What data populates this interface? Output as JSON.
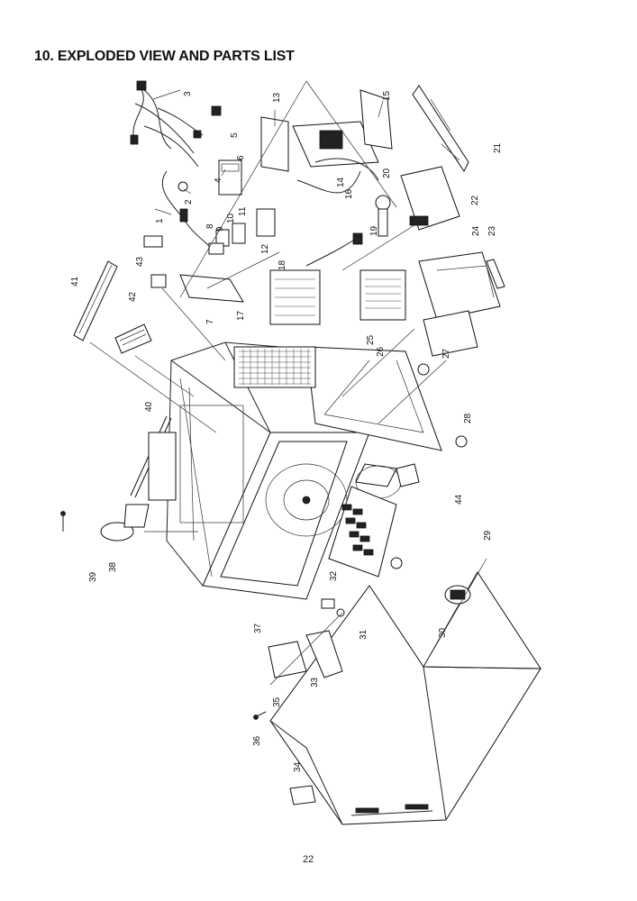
{
  "page": {
    "title": "10.  EXPLODED VIEW AND PARTS LIST",
    "page_number": "22"
  },
  "parts": [
    {
      "label": "1"
    },
    {
      "label": "2"
    },
    {
      "label": "3"
    },
    {
      "label": "4"
    },
    {
      "label": "5"
    },
    {
      "label": "6"
    },
    {
      "label": "7"
    },
    {
      "label": "8"
    },
    {
      "label": "9"
    },
    {
      "label": "10"
    },
    {
      "label": "11"
    },
    {
      "label": "12"
    },
    {
      "label": "13"
    },
    {
      "label": "14"
    },
    {
      "label": "15"
    },
    {
      "label": "16"
    },
    {
      "label": "17"
    },
    {
      "label": "18"
    },
    {
      "label": "19"
    },
    {
      "label": "20"
    },
    {
      "label": "21"
    },
    {
      "label": "22"
    },
    {
      "label": "23"
    },
    {
      "label": "24"
    },
    {
      "label": "25"
    },
    {
      "label": "26"
    },
    {
      "label": "27"
    },
    {
      "label": "28"
    },
    {
      "label": "29"
    },
    {
      "label": "30"
    },
    {
      "label": "31"
    },
    {
      "label": "32"
    },
    {
      "label": "33"
    },
    {
      "label": "34"
    },
    {
      "label": "35"
    },
    {
      "label": "36"
    },
    {
      "label": "37"
    },
    {
      "label": "38"
    },
    {
      "label": "39"
    },
    {
      "label": "40"
    },
    {
      "label": "41"
    },
    {
      "label": "42"
    },
    {
      "label": "43"
    },
    {
      "label": "44"
    }
  ]
}
